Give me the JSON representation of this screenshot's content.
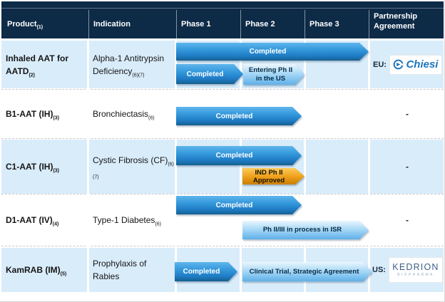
{
  "header": {
    "columns": [
      {
        "label": "Product",
        "sub": "(1)"
      },
      {
        "label": "Indication"
      },
      {
        "label": "Phase 1"
      },
      {
        "label": "Phase 2"
      },
      {
        "label": "Phase 3"
      },
      {
        "label": "Partnership Agreement"
      }
    ]
  },
  "rows": [
    {
      "product": {
        "line1": "Inhaled AAT for",
        "line2": "AATD",
        "sub": "(2)"
      },
      "indication": {
        "line1": "Alpha-1 Antitrypsin",
        "line2": "Deficiency",
        "sub": "(6)(7)"
      },
      "arrows": {
        "a1": "Completed",
        "a2": "Completed",
        "a3": "Entering Ph II in the US"
      },
      "partnership": {
        "prefix": "EU:",
        "logo_text": "Chiesi"
      }
    },
    {
      "product": {
        "line1": "B1-AAT (IH)",
        "sub": "(3)"
      },
      "indication": {
        "line1": "Bronchiectasis",
        "sub": "(6)"
      },
      "arrows": {
        "a1": "Completed"
      },
      "partnership": {
        "dash": "-"
      }
    },
    {
      "product": {
        "line1": "C1-AAT (IH)",
        "sub": "(3)"
      },
      "indication": {
        "line1": "Cystic Fibrosis (CF)",
        "sub": "(6)(7)"
      },
      "arrows": {
        "a1": "Completed",
        "a2": "IND Ph II Approved"
      },
      "partnership": {
        "dash": "-"
      }
    },
    {
      "product": {
        "line1": "D1-AAT (IV)",
        "sub": "(4)"
      },
      "indication": {
        "line1": "Type-1 Diabetes",
        "sub": "(6)"
      },
      "arrows": {
        "a1": "Completed",
        "a2": "Ph II/III in process in ISR"
      },
      "partnership": {
        "dash": "-"
      }
    },
    {
      "product": {
        "line1": "KamRAB (IM)",
        "sub": "(5)"
      },
      "indication": {
        "line1": "Prophylaxis of Rabies"
      },
      "arrows": {
        "a1": "Completed",
        "a2": "Clinical Trial, Strategic Agreement"
      },
      "partnership": {
        "prefix": "US:",
        "logo_text": "KEDRION",
        "logo_subtext": "BIOPHARMA"
      }
    }
  ],
  "colors": {
    "header_bg": "#0D2A47",
    "row_alt_bg": "#D9ECFA",
    "arrow_blue": "#2E8FD4",
    "arrow_lightblue": "#7CC0EC",
    "arrow_orange": "#EFA11C",
    "chiesi_blue": "#1B75BC",
    "kedrion_blue": "#3D5F8A"
  }
}
